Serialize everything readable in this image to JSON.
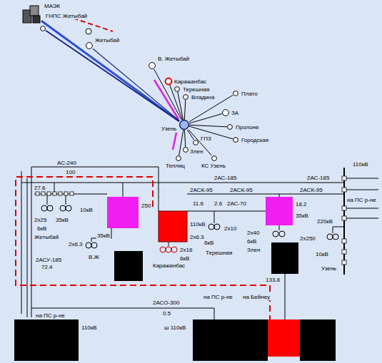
{
  "diagram": {
    "nodes": [
      {
        "text": [
          "МАЭК"
        ]
      },
      {
        "text": [
          "ГНПС Жетыбай"
        ]
      },
      {
        "text": [
          "Жетыбай"
        ]
      },
      {
        "text": [
          "В. Жетыбай"
        ]
      },
      {
        "text": [
          "Каражанбас"
        ]
      },
      {
        "text": [
          "Терешная"
        ]
      },
      {
        "text": [
          "Владина"
        ]
      },
      {
        "text": [
          "Плато"
        ]
      },
      {
        "text": [
          "ЗА"
        ]
      },
      {
        "text": [
          "Пролоне"
        ]
      },
      {
        "text": [
          "Узень"
        ]
      },
      {
        "text": [
          "ГПЗ"
        ]
      },
      {
        "text": [
          "Злен"
        ]
      },
      {
        "text": [
          "Теплиц"
        ]
      },
      {
        "text": [
          "КС Узень"
        ]
      },
      {
        "text": [
          "Городская"
        ]
      }
    ],
    "edges": [
      {
        "from": 0,
        "to": 10,
        "arrow": "none"
      },
      {
        "from": 1,
        "to": 10,
        "arrow": "none"
      },
      {
        "from": 2,
        "to": 10,
        "arrow": "none"
      },
      {
        "from": 10,
        "to": 3,
        "arrow": "none"
      },
      {
        "from": 10,
        "to": 4,
        "arrow": "none"
      },
      {
        "from": 10,
        "to": 5,
        "arrow": "none"
      },
      {
        "from": 10,
        "to": 6,
        "arrow": "none"
      },
      {
        "from": 10,
        "to": 7,
        "arrow": "none"
      },
      {
        "from": 10,
        "to": 8,
        "arrow": "none"
      },
      {
        "from": 10,
        "to": 9,
        "arrow": "none"
      },
      {
        "from": 10,
        "to": 11,
        "arrow": "none"
      },
      {
        "from": 10,
        "to": 12,
        "arrow": "none"
      },
      {
        "from": 10,
        "to": 13,
        "arrow": "none"
      },
      {
        "from": 10,
        "to": 14,
        "arrow": "none"
      },
      {
        "from": 10,
        "to": 15,
        "arrow": "none"
      }
    ],
    "labels": [
      "АС-240",
      "100",
      "110кВ",
      "2АС-185",
      "2АС-185",
      "27.6",
      "2АСК-95",
      "2АСК-95",
      "2АСК-95",
      "на ПС р-не",
      "11.6",
      "2.6",
      "2АС-70",
      "18.2",
      "10кВ",
      "250",
      "2х25",
      "35кВ",
      "6кВ",
      "Жетыбай",
      "110кВ",
      "220кВ",
      "35кВ",
      "2х6.3",
      "2х10",
      "35кВ",
      "2х250",
      "2х40",
      "2х6.3",
      "6кВ",
      "6кВ",
      "2х16",
      "Терешная",
      "Злен",
      "10кВ",
      "В.Ж",
      "6кВ",
      "2АСУ-185",
      "Каражанбас",
      "72.4",
      "Узень",
      "133.8",
      "на ПС р-не",
      "на Бейнеу",
      "2АСО-300",
      "0.5",
      "на ПС р-не",
      "110кВ",
      "ш 110кВ"
    ]
  }
}
